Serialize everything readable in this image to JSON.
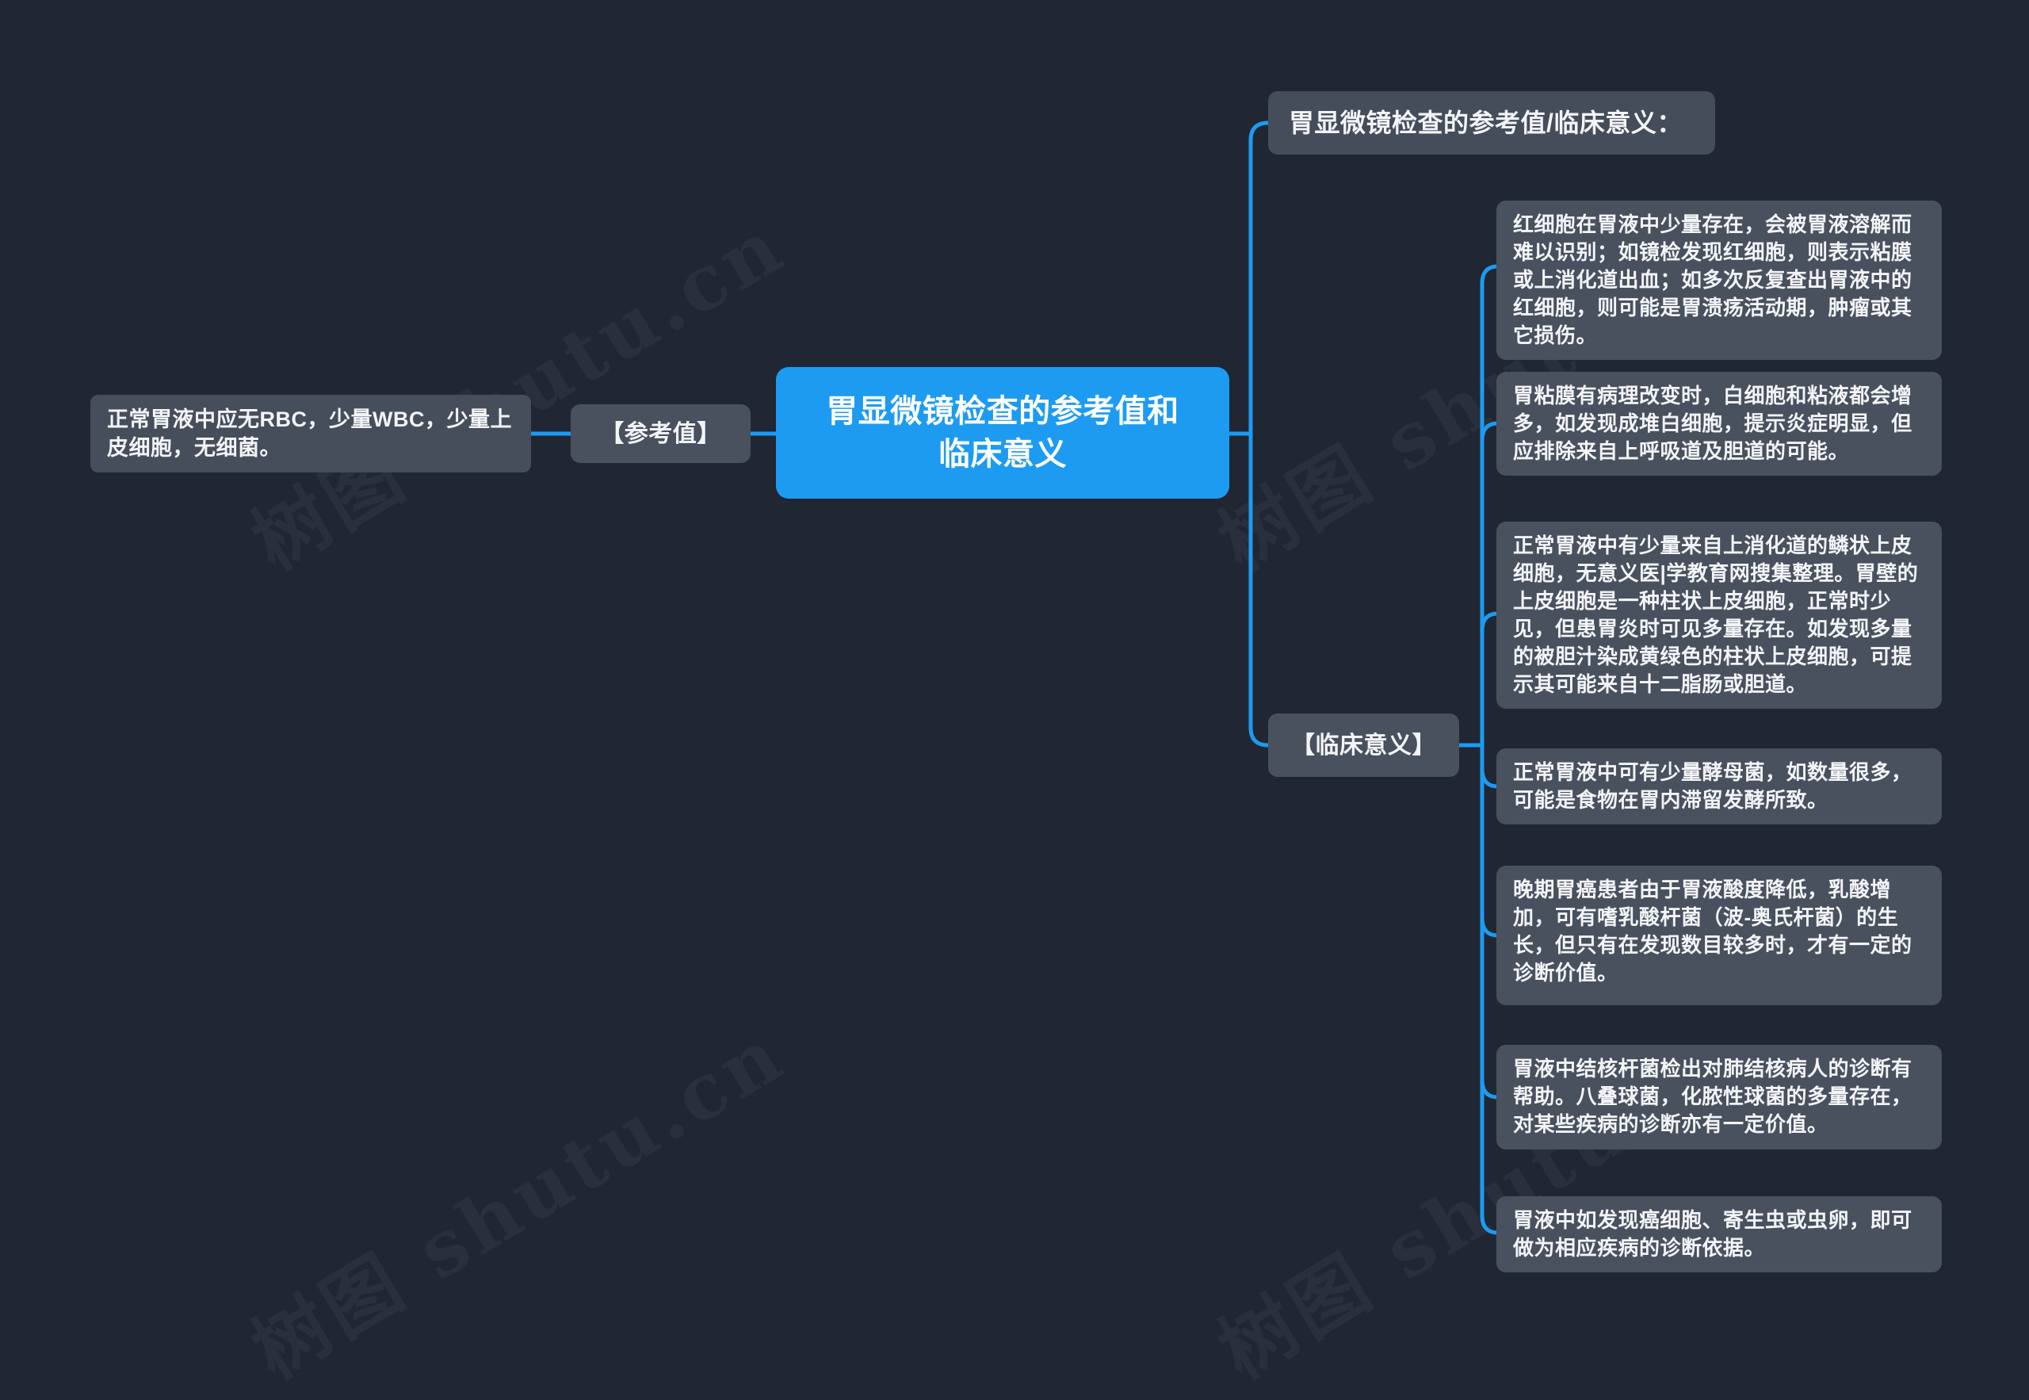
{
  "canvas": {
    "background": "#212633",
    "accent_blue": "#1d9bf0",
    "node_gray": "#49505e",
    "text_color": "#f2f4f7"
  },
  "watermark": {
    "text": "树图 shutu.cn"
  },
  "root_node": {
    "label": "胃显微镜检查的参考值和临床意义"
  },
  "reference": {
    "label": "【参考值】",
    "value": "正常胃液中应无RBC，少量WBC，少量上皮细胞，无细菌。"
  },
  "clinical": {
    "header": "胃显微镜检查的参考值/临床意义：",
    "label": "【临床意义】",
    "items": [
      "红细胞在胃液中少量存在，会被胃液溶解而难以识别；如镜检发现红细胞，则表示粘膜或上消化道出血；如多次反复查出胃液中的红细胞，则可能是胃溃疡活动期，肿瘤或其它损伤。",
      "胃粘膜有病理改变时，白细胞和粘液都会增多，如发现成堆白细胞，提示炎症明显，但应排除来自上呼吸道及胆道的可能。",
      "正常胃液中有少量来自上消化道的鳞状上皮细胞，无意义医|学教育网搜集整理。胃壁的上皮细胞是一种柱状上皮细胞，正常时少见，但患胃炎时可见多量存在。如发现多量的被胆汁染成黄绿色的柱状上皮细胞，可提示其可能来自十二脂肠或胆道。",
      "正常胃液中可有少量酵母菌，如数量很多，可能是食物在胃内滞留发酵所致。",
      "晚期胃癌患者由于胃液酸度降低，乳酸增加，可有嗜乳酸杆菌（波-奥氏杆菌）的生长，但只有在发现数目较多时，才有一定的诊断价值。",
      "胃液中结核杆菌检出对肺结核病人的诊断有帮助。八叠球菌，化脓性球菌的多量存在，对某些疾病的诊断亦有一定价值。",
      "胃液中如发现癌细胞、寄生虫或虫卵，即可做为相应疾病的诊断依据。"
    ]
  }
}
